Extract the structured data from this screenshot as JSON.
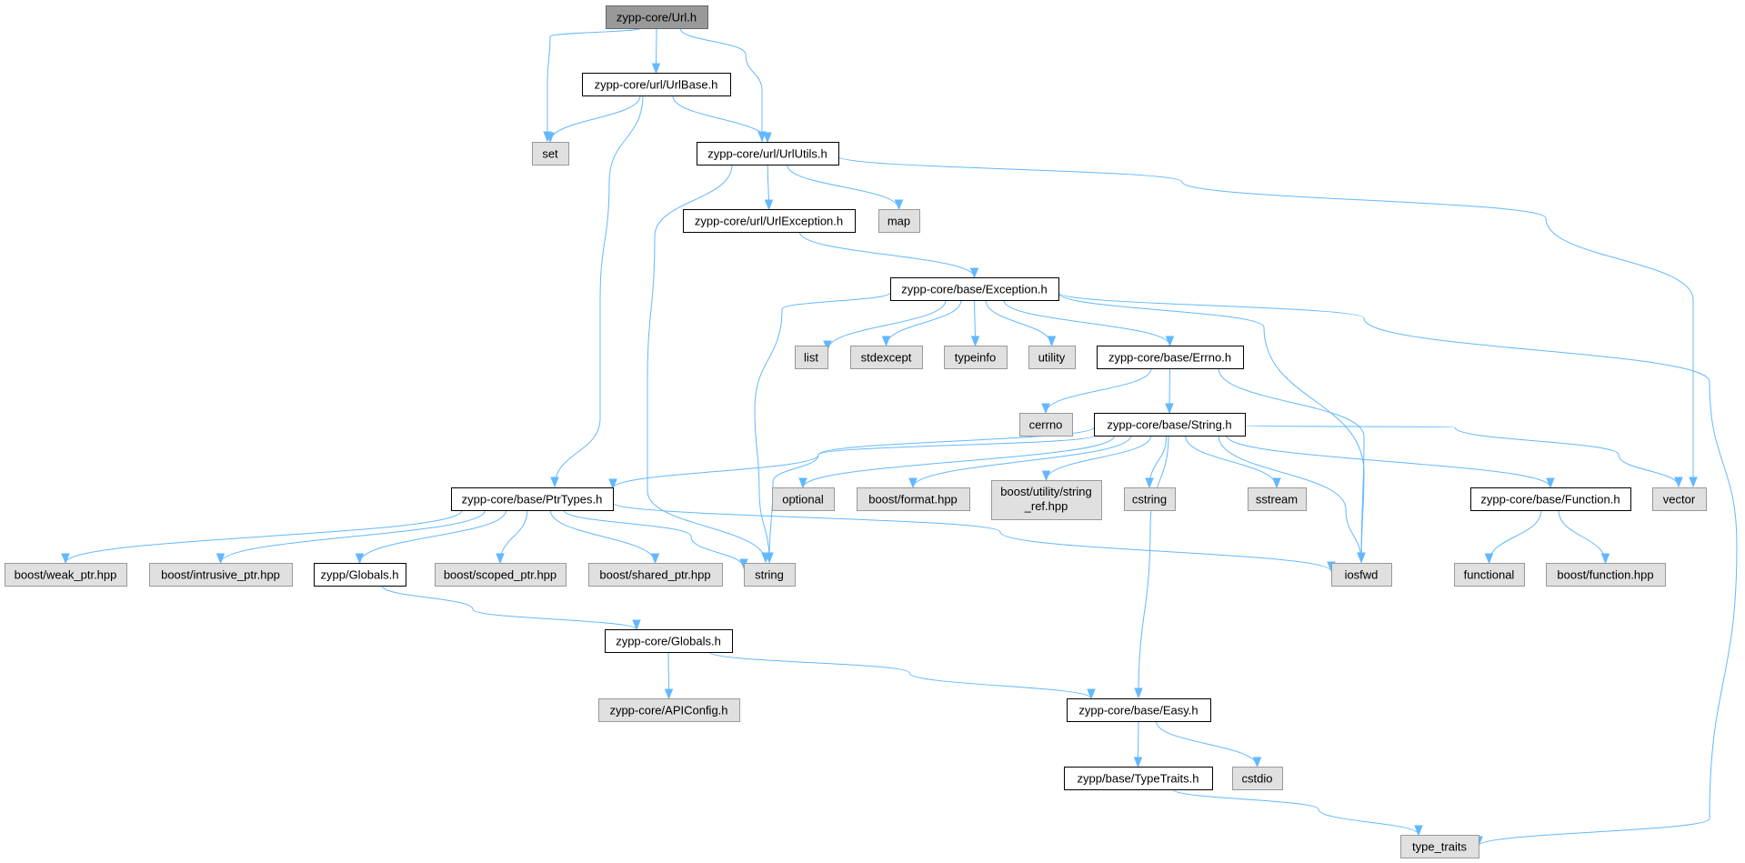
{
  "graph": {
    "colors": {
      "edge": "#63b8ff",
      "current_fill": "#999999",
      "current_stroke": "#666666",
      "internal_fill": "#ffffff",
      "internal_stroke": "#000000",
      "external_fill": "#e0e0e0",
      "external_stroke": "#999999"
    },
    "nodes": [
      {
        "id": "url_h",
        "label": "zypp-core/Url.h",
        "kind": "current"
      },
      {
        "id": "urlbase",
        "label": "zypp-core/url/UrlBase.h",
        "kind": "internal"
      },
      {
        "id": "set",
        "label": "set",
        "kind": "external"
      },
      {
        "id": "urlutils",
        "label": "zypp-core/url/UrlUtils.h",
        "kind": "internal"
      },
      {
        "id": "urlexc",
        "label": "zypp-core/url/UrlException.h",
        "kind": "internal"
      },
      {
        "id": "map",
        "label": "map",
        "kind": "external"
      },
      {
        "id": "exception",
        "label": "zypp-core/base/Exception.h",
        "kind": "internal"
      },
      {
        "id": "list",
        "label": "list",
        "kind": "external"
      },
      {
        "id": "stdexcept",
        "label": "stdexcept",
        "kind": "external"
      },
      {
        "id": "typeinfo",
        "label": "typeinfo",
        "kind": "external"
      },
      {
        "id": "utility",
        "label": "utility",
        "kind": "external"
      },
      {
        "id": "errno_h",
        "label": "zypp-core/base/Errno.h",
        "kind": "internal"
      },
      {
        "id": "cerrno",
        "label": "cerrno",
        "kind": "external"
      },
      {
        "id": "string_h",
        "label": "zypp-core/base/String.h",
        "kind": "internal"
      },
      {
        "id": "ptrtypes",
        "label": "zypp-core/base/PtrTypes.h",
        "kind": "internal"
      },
      {
        "id": "optional",
        "label": "optional",
        "kind": "external"
      },
      {
        "id": "bformat",
        "label": "boost/format.hpp",
        "kind": "external"
      },
      {
        "id": "bstrref",
        "label": [
          "boost/utility/string",
          "_ref.hpp"
        ],
        "kind": "external"
      },
      {
        "id": "cstring",
        "label": "cstring",
        "kind": "external"
      },
      {
        "id": "sstream",
        "label": "sstream",
        "kind": "external"
      },
      {
        "id": "function_h",
        "label": "zypp-core/base/Function.h",
        "kind": "internal"
      },
      {
        "id": "vector",
        "label": "vector",
        "kind": "external"
      },
      {
        "id": "bweak",
        "label": "boost/weak_ptr.hpp",
        "kind": "external"
      },
      {
        "id": "bintr",
        "label": "boost/intrusive_ptr.hpp",
        "kind": "external"
      },
      {
        "id": "zglobals",
        "label": "zypp/Globals.h",
        "kind": "internal"
      },
      {
        "id": "bscoped",
        "label": "boost/scoped_ptr.hpp",
        "kind": "external"
      },
      {
        "id": "bshared",
        "label": "boost/shared_ptr.hpp",
        "kind": "external"
      },
      {
        "id": "string",
        "label": "string",
        "kind": "external"
      },
      {
        "id": "iosfwd",
        "label": "iosfwd",
        "kind": "external"
      },
      {
        "id": "functional",
        "label": "functional",
        "kind": "external"
      },
      {
        "id": "bfunction",
        "label": "boost/function.hpp",
        "kind": "external"
      },
      {
        "id": "zcglobals",
        "label": "zypp-core/Globals.h",
        "kind": "internal"
      },
      {
        "id": "apiconfig",
        "label": "zypp-core/APIConfig.h",
        "kind": "external"
      },
      {
        "id": "easy",
        "label": "zypp-core/base/Easy.h",
        "kind": "internal"
      },
      {
        "id": "typetraits_h",
        "label": "zypp/base/TypeTraits.h",
        "kind": "internal"
      },
      {
        "id": "cstdio",
        "label": "cstdio",
        "kind": "external"
      },
      {
        "id": "type_traits",
        "label": "type_traits",
        "kind": "external"
      }
    ],
    "edges": [
      [
        "url_h",
        "set"
      ],
      [
        "url_h",
        "urlbase"
      ],
      [
        "url_h",
        "urlutils"
      ],
      [
        "urlbase",
        "set"
      ],
      [
        "urlbase",
        "urlutils"
      ],
      [
        "urlbase",
        "ptrtypes"
      ],
      [
        "urlutils",
        "urlexc"
      ],
      [
        "urlutils",
        "map"
      ],
      [
        "urlutils",
        "string"
      ],
      [
        "urlutils",
        "vector"
      ],
      [
        "urlexc",
        "exception"
      ],
      [
        "exception",
        "list"
      ],
      [
        "exception",
        "stdexcept"
      ],
      [
        "exception",
        "typeinfo"
      ],
      [
        "exception",
        "utility"
      ],
      [
        "exception",
        "errno_h"
      ],
      [
        "exception",
        "string"
      ],
      [
        "exception",
        "iosfwd"
      ],
      [
        "exception",
        "type_traits"
      ],
      [
        "errno_h",
        "cerrno"
      ],
      [
        "errno_h",
        "string_h"
      ],
      [
        "errno_h",
        "iosfwd"
      ],
      [
        "string_h",
        "ptrtypes"
      ],
      [
        "string_h",
        "string"
      ],
      [
        "string_h",
        "optional"
      ],
      [
        "string_h",
        "bformat"
      ],
      [
        "string_h",
        "bstrref"
      ],
      [
        "string_h",
        "cstring"
      ],
      [
        "string_h",
        "sstream"
      ],
      [
        "string_h",
        "iosfwd"
      ],
      [
        "string_h",
        "function_h"
      ],
      [
        "string_h",
        "vector"
      ],
      [
        "string_h",
        "easy"
      ],
      [
        "ptrtypes",
        "bweak"
      ],
      [
        "ptrtypes",
        "bintr"
      ],
      [
        "ptrtypes",
        "zglobals"
      ],
      [
        "ptrtypes",
        "bscoped"
      ],
      [
        "ptrtypes",
        "bshared"
      ],
      [
        "ptrtypes",
        "string"
      ],
      [
        "ptrtypes",
        "iosfwd"
      ],
      [
        "function_h",
        "functional"
      ],
      [
        "function_h",
        "bfunction"
      ],
      [
        "zglobals",
        "zcglobals"
      ],
      [
        "zcglobals",
        "apiconfig"
      ],
      [
        "zcglobals",
        "easy"
      ],
      [
        "easy",
        "typetraits_h"
      ],
      [
        "easy",
        "cstdio"
      ],
      [
        "typetraits_h",
        "type_traits"
      ]
    ]
  }
}
